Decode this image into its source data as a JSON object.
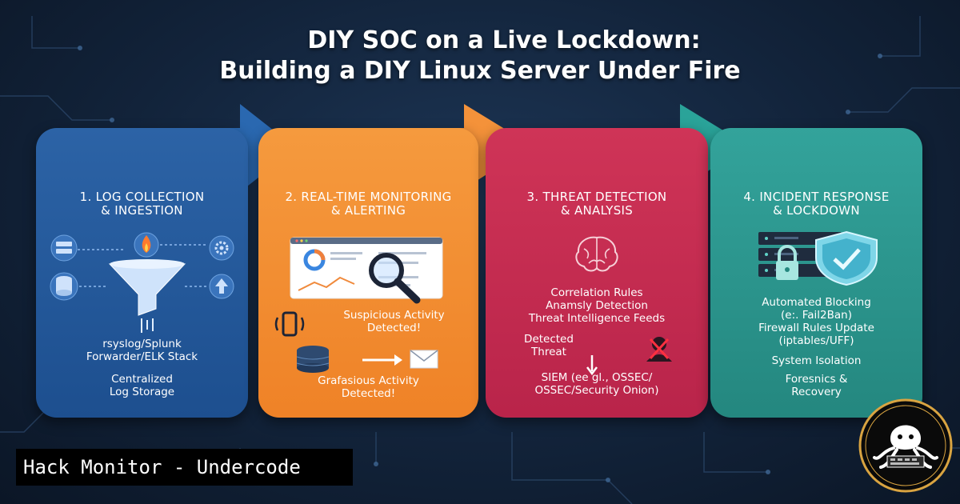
{
  "title": {
    "line1": "DIY SOC on a Live Lockdown:",
    "line2": "Building a DIY Linux Server Under Fire"
  },
  "colors": {
    "background": "#14263e",
    "stage1": "#2c63a6",
    "stage2": "#f59a3e",
    "stage3": "#cf3457",
    "stage4": "#33a39b"
  },
  "stages": [
    {
      "heading": [
        "1. LOG COLLECTION",
        "& INGESTION"
      ],
      "icons": [
        "server-icon",
        "fire-icon",
        "gear-icon",
        "database-icon",
        "funnel-icon",
        "upload-icon"
      ],
      "lines_a": [
        "rsyslog/Splunk",
        "Forwarder/ELK Stack"
      ],
      "lines_b": [
        "Centralized",
        "Log Storage"
      ]
    },
    {
      "heading": [
        "2. REAL-TIME MONITORING",
        "& ALERTING"
      ],
      "icons": [
        "dashboard-icon",
        "magnifier-icon",
        "phone-alert-icon",
        "database-icon",
        "arrow-right-icon",
        "mail-icon"
      ],
      "alert_a": [
        "Suspicious Activity",
        "Detected!"
      ],
      "alert_b": [
        "Grafasious Activity",
        "Detected!"
      ]
    },
    {
      "heading": [
        "3. THREAT DETECTION",
        "& ANALYSIS"
      ],
      "icons": [
        "brain-icon",
        "arrow-down-icon",
        "hacker-icon"
      ],
      "lines_a": [
        "Correlation Rules",
        "Anamsly Detection",
        "Threat Intelligence Feeds"
      ],
      "detected": [
        "Detected",
        "Threat"
      ],
      "lines_b": [
        "SIEM (ee gl., OSSEC/",
        "OSSEC/Security Onion)"
      ]
    },
    {
      "heading": [
        "4. INCIDENT RESPONSE",
        "& LOCKDOWN"
      ],
      "icons": [
        "server-rack-icon",
        "lock-icon",
        "shield-check-icon"
      ],
      "lines_a": [
        "Automated Blocking",
        "(e:. Fail2Ban)",
        "Firewall Rules Update",
        "(iptables/UFF)"
      ],
      "line_b": "System Isolation",
      "lines_c": [
        "Foresnics &",
        "Recovery"
      ]
    }
  ],
  "badge": "Hack Monitor - Undercode"
}
